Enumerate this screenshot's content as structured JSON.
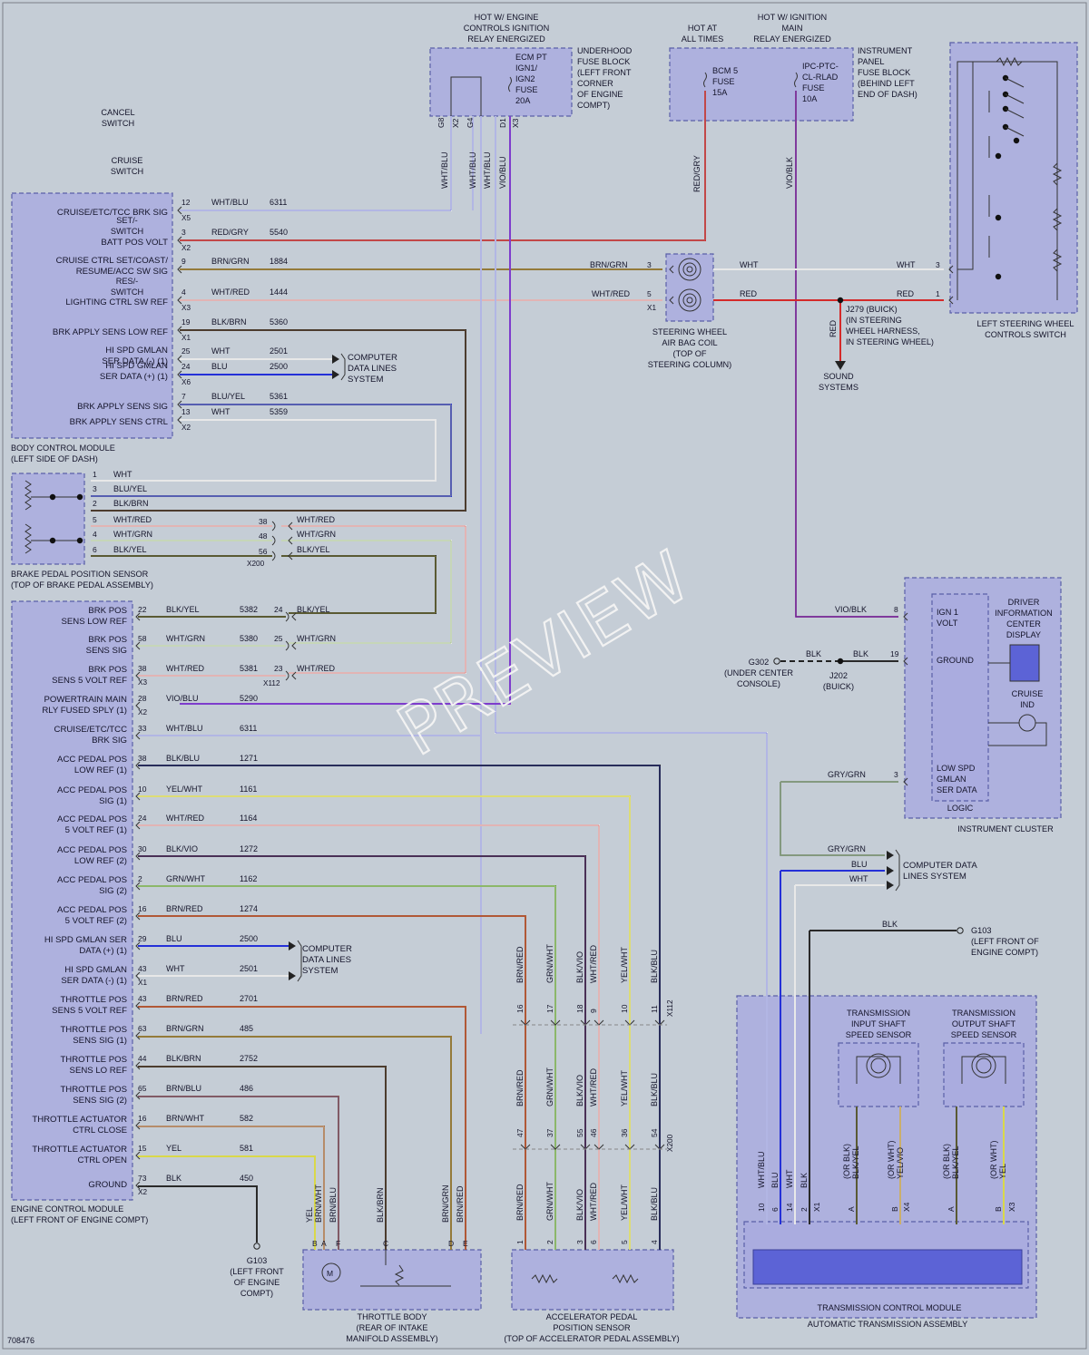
{
  "drawing_number": "708476",
  "watermark": "PREVIEW",
  "colors": {
    "WHT": "#e8e8e8",
    "RED": "#d42a2a",
    "BLU": "#2430d8",
    "YEL": "#d9d84a",
    "BLK": "#2a2a2a",
    "GRN": "#6aa53a",
    "BRN": "#a46a3a",
    "VIO": "#a040c8",
    "GRY": "#8f9499",
    "background": "#c5cdd6",
    "block_fill": "#a9acdf",
    "block_stroke": "#5a5fa8"
  },
  "blocks": {
    "bcm": {
      "title": [
        "BODY CONTROL MODULE",
        "(LEFT SIDE OF DASH)"
      ]
    },
    "bpps": {
      "title": [
        "BRAKE PEDAL POSITION SENSOR",
        "(TOP OF BRAKE PEDAL ASSEMBLY)"
      ]
    },
    "ecm": {
      "title": [
        "ENGINE CONTROL MODULE",
        "(LEFT FRONT OF ENGINE COMPT)"
      ]
    },
    "ubf": {
      "supply": [
        "HOT W/ ENGINE",
        "CONTROLS IGNITION",
        "RELAY ENERGIZED"
      ],
      "fuse": [
        "ECM PT",
        "IGN1/",
        "IGN2",
        "FUSE",
        "20A"
      ],
      "title": [
        "UNDERHOOD",
        "FUSE BLOCK",
        "(LEFT FRONT",
        "CORNER",
        "OF ENGINE",
        "COMPT)"
      ],
      "pins": [
        "G8",
        "X2",
        "G4",
        "D1",
        "X3"
      ]
    },
    "ipf": {
      "supply1": [
        "HOT AT",
        "ALL TIMES"
      ],
      "supply2": [
        "HOT W/ IGNITION",
        "MAIN",
        "RELAY ENERGIZED"
      ],
      "fuse1": [
        "BCM 5",
        "FUSE",
        "15A"
      ],
      "fuse2": [
        "IPC-PTC-",
        "CL-RLAD",
        "FUSE",
        "10A"
      ],
      "title": [
        "INSTRUMENT",
        "PANEL",
        "FUSE BLOCK",
        "(BEHIND LEFT",
        "END OF DASH)"
      ]
    },
    "swc": {
      "title": [
        "LEFT STEERING WHEEL",
        "CONTROLS SWITCH"
      ],
      "switches": [
        [
          "CANCEL",
          "SWITCH"
        ],
        [
          "CRUISE",
          "SWITCH"
        ],
        [
          "SET/-",
          "SWITCH"
        ],
        [
          "RES/-",
          "SWITCH"
        ]
      ]
    },
    "coil": {
      "title": [
        "STEERING WHEEL",
        "AIR BAG COIL",
        "(TOP OF",
        "STEERING COLUMN)"
      ]
    },
    "ipc": {
      "title": "INSTRUMENT CLUSTER",
      "logic": "LOGIC",
      "ign": [
        "IGN 1",
        "VOLT"
      ],
      "ground": "GROUND",
      "lowspd": [
        "LOW SPD",
        "GMLAN",
        "SER DATA"
      ],
      "dic": [
        "DRIVER",
        "INFORMATION",
        "CENTER",
        "DISPLAY"
      ],
      "cruise_ind": [
        "CRUISE",
        "IND"
      ]
    },
    "tb": {
      "title": [
        "THROTTLE BODY",
        "(REAR OF INTAKE",
        "MANIFOLD ASSEMBLY)"
      ],
      "pins": [
        "B",
        "A",
        "F",
        "C",
        "D",
        "E"
      ]
    },
    "apps": {
      "title": [
        "ACCELERATOR PEDAL",
        "POSITION SENSOR",
        "(TOP OF ACCELERATOR PEDAL ASSEMBLY)"
      ],
      "pins": [
        "1",
        "2",
        "3",
        "6",
        "5",
        "4"
      ]
    },
    "tcm": {
      "title": "TRANSMISSION CONTROL MODULE",
      "assembly": "AUTOMATIC TRANSMISSION ASSEMBLY",
      "iss": [
        "TRANSMISSION",
        "INPUT SHAFT",
        "SPEED SENSOR"
      ],
      "oss": [
        "TRANSMISSION",
        "OUTPUT SHAFT",
        "SPEED SENSOR"
      ]
    }
  },
  "bcm_rows": [
    {
      "label": [
        "CRUISE/ETC/TCC BRK SIG"
      ],
      "pin": "12",
      "conn": "X5",
      "color": "WHT/BLU",
      "circuit": "6311"
    },
    {
      "label": [
        "BATT POS VOLT"
      ],
      "pin": "3",
      "conn": "X2",
      "color": "RED/GRY",
      "circuit": "5540"
    },
    {
      "label": [
        "CRUISE CTRL SET/COAST/",
        "RESUME/ACC SW SIG"
      ],
      "pin": "9",
      "conn": "",
      "color": "BRN/GRN",
      "circuit": "1884"
    },
    {
      "label": [
        "LIGHTING CTRL SW REF"
      ],
      "pin": "4",
      "conn": "X3",
      "color": "WHT/RED",
      "circuit": "1444"
    },
    {
      "label": [
        "BRK APPLY SENS LOW REF"
      ],
      "pin": "19",
      "conn": "X1",
      "color": "BLK/BRN",
      "circuit": "5360"
    },
    {
      "label": [
        "HI SPD GMLAN",
        "SER DATA (-) (1)"
      ],
      "pin": "25",
      "conn": "",
      "color": "WHT",
      "circuit": "2501"
    },
    {
      "label": [
        "HI SPD GMLAN",
        "SER DATA (+) (1)"
      ],
      "pin": "24",
      "conn": "X6",
      "color": "BLU",
      "circuit": "2500"
    },
    {
      "label": [
        "BRK APPLY SENS SIG"
      ],
      "pin": "7",
      "conn": "",
      "color": "BLU/YEL",
      "circuit": "5361"
    },
    {
      "label": [
        "BRK APPLY SENS CTRL"
      ],
      "pin": "13",
      "conn": "X2",
      "color": "WHT",
      "circuit": "5359"
    }
  ],
  "cdl_label": [
    "COMPUTER",
    "DATA LINES",
    "SYSTEM"
  ],
  "bpps_rows": [
    {
      "pin": "1",
      "color": "WHT",
      "ipin": "",
      "icolor": ""
    },
    {
      "pin": "3",
      "color": "BLU/YEL",
      "ipin": "",
      "icolor": ""
    },
    {
      "pin": "2",
      "color": "BLK/BRN",
      "ipin": "",
      "icolor": ""
    },
    {
      "pin": "5",
      "color": "WHT/RED",
      "ipin": "38",
      "icolor": "WHT/RED"
    },
    {
      "pin": "4",
      "color": "WHT/GRN",
      "ipin": "48",
      "icolor": "WHT/GRN"
    },
    {
      "pin": "6",
      "color": "BLK/YEL",
      "ipin": "56",
      "icolor": "BLK/YEL"
    }
  ],
  "inline_x200": "X200",
  "inline_x112": "X112",
  "ecm_rows": [
    {
      "label": [
        "BRK POS",
        "SENS LOW REF"
      ],
      "pin": "22",
      "conn": "",
      "color": "BLK/YEL",
      "circuit": "5382",
      "ipin": "24",
      "icolor": "BLK/YEL"
    },
    {
      "label": [
        "BRK POS",
        "SENS SIG"
      ],
      "pin": "58",
      "conn": "",
      "color": "WHT/GRN",
      "circuit": "5380",
      "ipin": "25",
      "icolor": "WHT/GRN"
    },
    {
      "label": [
        "BRK POS",
        "SENS 5 VOLT REF"
      ],
      "pin": "38",
      "conn": "X3",
      "color": "WHT/RED",
      "circuit": "5381",
      "ipin": "23",
      "icolor": "WHT/RED"
    },
    {
      "label": [
        "POWERTRAIN MAIN",
        "RLY FUSED SPLY (1)"
      ],
      "pin": "28",
      "conn": "X2",
      "color": "VIO/BLU",
      "circuit": "5290"
    },
    {
      "label": [
        "CRUISE/ETC/TCC",
        "BRK SIG"
      ],
      "pin": "33",
      "conn": "",
      "color": "WHT/BLU",
      "circuit": "6311"
    },
    {
      "label": [
        "ACC PEDAL POS",
        "LOW REF (1)"
      ],
      "pin": "38",
      "conn": "",
      "color": "BLK/BLU",
      "circuit": "1271"
    },
    {
      "label": [
        "ACC PEDAL POS",
        "SIG (1)"
      ],
      "pin": "10",
      "conn": "",
      "color": "YEL/WHT",
      "circuit": "1161"
    },
    {
      "label": [
        "ACC PEDAL POS",
        "5 VOLT REF (1)"
      ],
      "pin": "24",
      "conn": "",
      "color": "WHT/RED",
      "circuit": "1164"
    },
    {
      "label": [
        "ACC PEDAL POS",
        "LOW REF (2)"
      ],
      "pin": "30",
      "conn": "",
      "color": "BLK/VIO",
      "circuit": "1272"
    },
    {
      "label": [
        "ACC PEDAL POS",
        "SIG (2)"
      ],
      "pin": "2",
      "conn": "",
      "color": "GRN/WHT",
      "circuit": "1162"
    },
    {
      "label": [
        "ACC PEDAL POS",
        "5 VOLT REF (2)"
      ],
      "pin": "16",
      "conn": "",
      "color": "BRN/RED",
      "circuit": "1274"
    },
    {
      "label": [
        "HI SPD GMLAN SER",
        "DATA (+) (1)"
      ],
      "pin": "29",
      "conn": "",
      "color": "BLU",
      "circuit": "2500"
    },
    {
      "label": [
        "HI SPD GMLAN",
        "SER DATA (-) (1)"
      ],
      "pin": "43",
      "conn": "X1",
      "color": "WHT",
      "circuit": "2501"
    },
    {
      "label": [
        "THROTTLE POS",
        "SENS 5 VOLT REF"
      ],
      "pin": "43",
      "conn": "",
      "color": "BRN/RED",
      "circuit": "2701"
    },
    {
      "label": [
        "THROTTLE POS",
        "SENS SIG (1)"
      ],
      "pin": "63",
      "conn": "",
      "color": "BRN/GRN",
      "circuit": "485"
    },
    {
      "label": [
        "THROTTLE POS",
        "SENS LO REF"
      ],
      "pin": "44",
      "conn": "",
      "color": "BLK/BRN",
      "circuit": "2752"
    },
    {
      "label": [
        "THROTTLE POS",
        "SENS SIG (2)"
      ],
      "pin": "65",
      "conn": "",
      "color": "BRN/BLU",
      "circuit": "486"
    },
    {
      "label": [
        "THROTTLE ACTUATOR",
        "CTRL CLOSE"
      ],
      "pin": "16",
      "conn": "",
      "color": "BRN/WHT",
      "circuit": "582"
    },
    {
      "label": [
        "THROTTLE ACTUATOR",
        "CTRL OPEN"
      ],
      "pin": "15",
      "conn": "",
      "color": "YEL",
      "circuit": "581"
    },
    {
      "label": [
        "GROUND"
      ],
      "pin": "73",
      "conn": "X2",
      "color": "BLK",
      "circuit": "450"
    }
  ],
  "apps_wires": [
    {
      "color": "BRN/RED",
      "ipin": "16",
      "opin": "47",
      "pin": "1"
    },
    {
      "color": "GRN/WHT",
      "ipin": "17",
      "opin": "37",
      "pin": "2"
    },
    {
      "color": "BLK/VIO",
      "ipin": "18",
      "opin": "55",
      "pin": "3"
    },
    {
      "color": "WHT/RED",
      "ipin": "9",
      "opin": "46",
      "pin": "6"
    },
    {
      "color": "YEL/WHT",
      "ipin": "10",
      "opin": "36",
      "pin": "5"
    },
    {
      "color": "BLK/BLU",
      "ipin": "11",
      "opin": "54",
      "pin": "4"
    }
  ],
  "tb_wires": [
    "YEL",
    "BRN/WHT",
    "BRN/BLU",
    "BLK/BRN",
    "BRN/GRN",
    "BRN/RED"
  ],
  "ubf_wires": [
    "WHT/BLU",
    "WHT/BLU",
    "WHT/BLU",
    "VIO/BLU"
  ],
  "ipf_wires": [
    "RED/GRY",
    "VIO/BLK"
  ],
  "coil_wires": {
    "brn_pin": "3",
    "brn_color": "BRN/GRN",
    "wr_pin": "5",
    "wr_color": "WHT/RED",
    "conn": "X1",
    "out_wht": "WHT",
    "out_red": "RED",
    "sw_wht": "WHT",
    "sw_wht_pin": "3",
    "sw_red": "RED",
    "sw_red_pin": "1"
  },
  "j279": {
    "label": [
      "J279 (BUICK)",
      "(IN STEERING",
      "WHEEL HARNESS,",
      "IN STEERING WHEEL)"
    ],
    "wire": "RED",
    "dest": [
      "SOUND",
      "SYSTEMS"
    ]
  },
  "ipc_wires": {
    "vio_color": "VIO/BLK",
    "vio_pin": "8",
    "blk_left": "BLK",
    "blk_right": "BLK",
    "blk_pin": "19",
    "gry_color": "GRY/GRN",
    "gry_pin": "3"
  },
  "g302": {
    "label": [
      "G302",
      "(UNDER CENTER",
      "CONSOLE)"
    ]
  },
  "j202": {
    "label": [
      "J202",
      "(BUICK)"
    ]
  },
  "tcm_cdl": {
    "gry": "GRY/GRN",
    "blu": "BLU",
    "wht": "WHT"
  },
  "g103_top": {
    "wire": "BLK",
    "label": [
      "G103",
      "(LEFT FRONT OF",
      "ENGINE COMPT)"
    ]
  },
  "g103_bot": {
    "label": [
      "G103",
      "(LEFT FRONT",
      "OF ENGINE",
      "COMPT)"
    ]
  },
  "tcm_pins": {
    "p10": "10",
    "p6": "6",
    "p14": "14",
    "p2": "2",
    "x1": "X1",
    "a1": "A",
    "b1": "B",
    "x4": "X4",
    "a2": "A",
    "b2": "B",
    "x3": "X3"
  },
  "tcm_wires": {
    "w1": "WHT/BLU",
    "w2": "BLU",
    "w3": "WHT",
    "w4": "BLK",
    "iss_a": [
      "(OR BLK)",
      "BLK/YEL"
    ],
    "iss_b": [
      "(OR WHT)",
      "YEL/VIO"
    ],
    "oss_a": [
      "(OR BLK)",
      "BLK/YEL"
    ],
    "oss_b": [
      "(OR WHT)",
      "YEL"
    ]
  }
}
